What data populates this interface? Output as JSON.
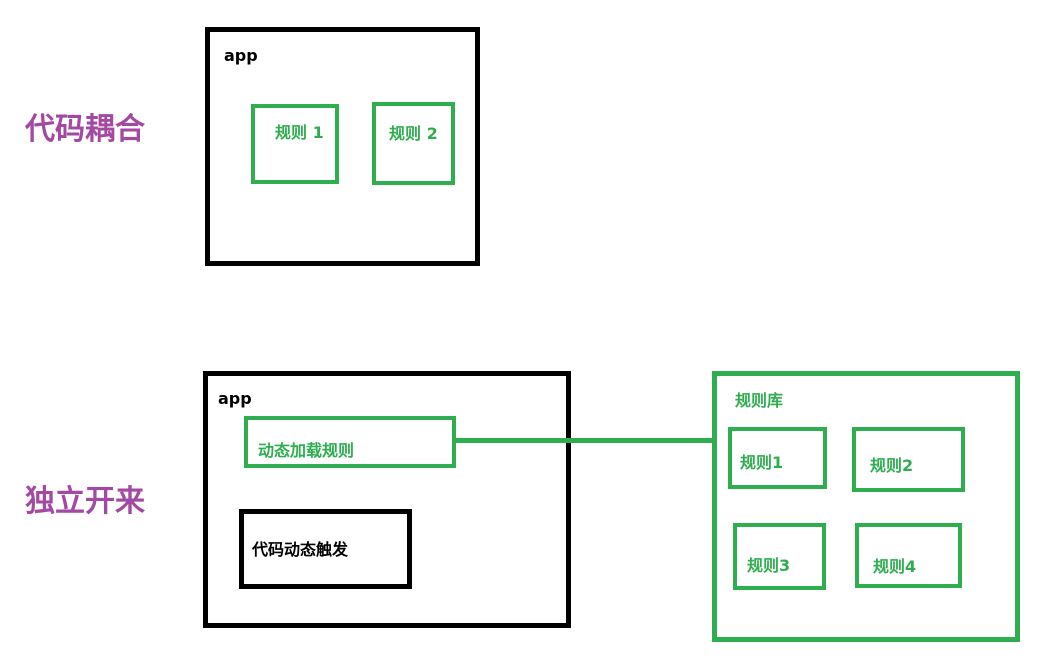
{
  "colors": {
    "heading": "#a349a4",
    "box_black": "#000000",
    "box_green": "#2eae4f"
  },
  "section_coupled": {
    "heading": "代码耦合",
    "app_label": "app",
    "rules": [
      "规则 1",
      "规则  2"
    ]
  },
  "section_independent": {
    "heading": "独立开来",
    "app_label": "app",
    "loader_label": "动态加载规则",
    "trigger_label": "代码动态触发",
    "library_label": "规则库",
    "library_rules": [
      "规则1",
      "规则2",
      "规则3",
      "规则4"
    ]
  }
}
